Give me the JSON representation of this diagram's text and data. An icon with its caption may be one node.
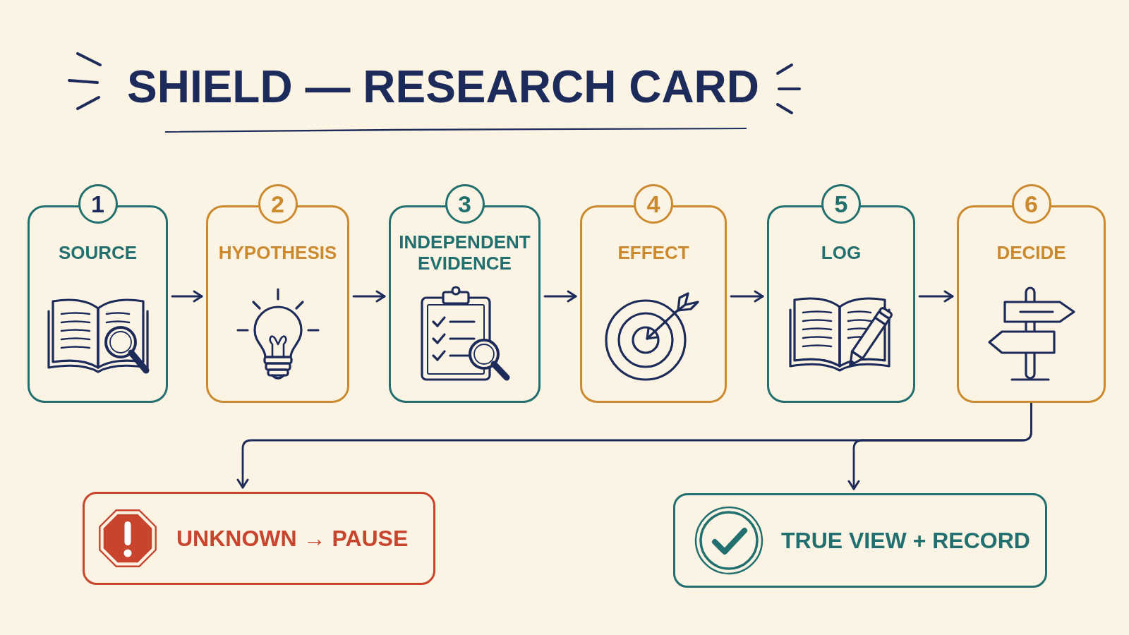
{
  "diagram": {
    "title": "SHIELD — RESEARCH CARD",
    "nodes": [
      {
        "text": [
          "1",
          "SOURCE"
        ]
      },
      {
        "text": [
          "2",
          "HYPOTHESIS"
        ]
      },
      {
        "text": [
          "3",
          "INDEPENDENT EVIDENCE"
        ]
      },
      {
        "text": [
          "4",
          "EFFECT"
        ]
      },
      {
        "text": [
          "5",
          "LOG"
        ]
      },
      {
        "text": [
          "6",
          "DECIDE"
        ]
      },
      {
        "text": [
          "UNKNOWN → PAUSE"
        ]
      },
      {
        "text": [
          "TRUE VIEW + RECORD"
        ]
      }
    ],
    "edges": [
      {
        "from": 0,
        "to": 1,
        "arrow": "to"
      },
      {
        "from": 1,
        "to": 2,
        "arrow": "to"
      },
      {
        "from": 2,
        "to": 3,
        "arrow": "to"
      },
      {
        "from": 3,
        "to": 4,
        "arrow": "to"
      },
      {
        "from": 4,
        "to": 5,
        "arrow": "to"
      },
      {
        "from": 5,
        "to": 6,
        "arrow": "to"
      },
      {
        "from": 5,
        "to": 7,
        "arrow": "to"
      }
    ]
  }
}
